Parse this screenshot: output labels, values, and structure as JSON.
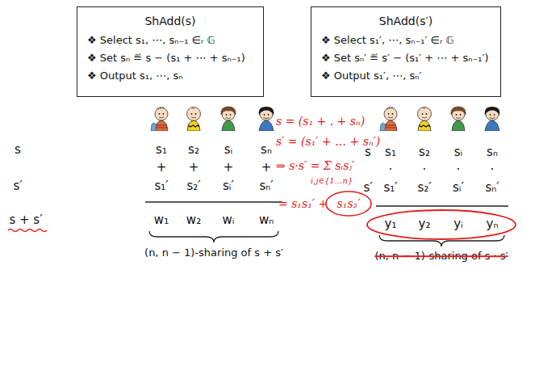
{
  "diagram": {
    "nodes": [
      {
        "text": [
          "ShAdd(s)",
          "❖ Select s₁, ⋯, sₙ₋₁ ∈ᵣ 𝔾",
          "❖ Set sₙ ≝ s − (s₁ + ⋯ + sₙ₋₁)",
          "❖ Output s₁, ⋯, sₙ"
        ]
      },
      {
        "text": [
          "ShAdd(s′)",
          "❖ Select s₁′, ⋯, sₙ₋₁′ ∈ᵣ 𝔾",
          "❖ Set sₙ′ ≝ s′ − (s₁′ + ⋯ + sₙ₋₁′)",
          "❖ Output s₁′, ⋯, sₙ′"
        ]
      }
    ],
    "labels": [
      "s",
      "s′",
      "s + s′",
      "s₁",
      "s₂",
      "sᵢ",
      "sₙ",
      "+",
      "+",
      "+",
      "+",
      "s₁′",
      "s₂′",
      "sᵢ′",
      "sₙ′",
      "w₁",
      "w₂",
      "wᵢ",
      "wₙ",
      "(n, n − 1)-sharing of s + s′",
      "s = (s₁ + . + sₙ)",
      "s′ = (s₁′ + … + sₙ′)",
      "⇒ s·s′ = Σ sᵢsⱼ′",
      "i,j∈{1…n}",
      "= s₁s₁′ +",
      "s₁s₂′",
      "s",
      "s′",
      "s₁",
      "s₂",
      "sᵢ",
      "sₙ",
      "·",
      "·",
      "·",
      "·",
      "s₁′",
      "s₂′",
      "sᵢ′",
      "sₙ′",
      "y₁",
      "y₂",
      "yᵢ",
      "yₙ",
      "(n, n − 1)-sharing of s · s′"
    ]
  }
}
